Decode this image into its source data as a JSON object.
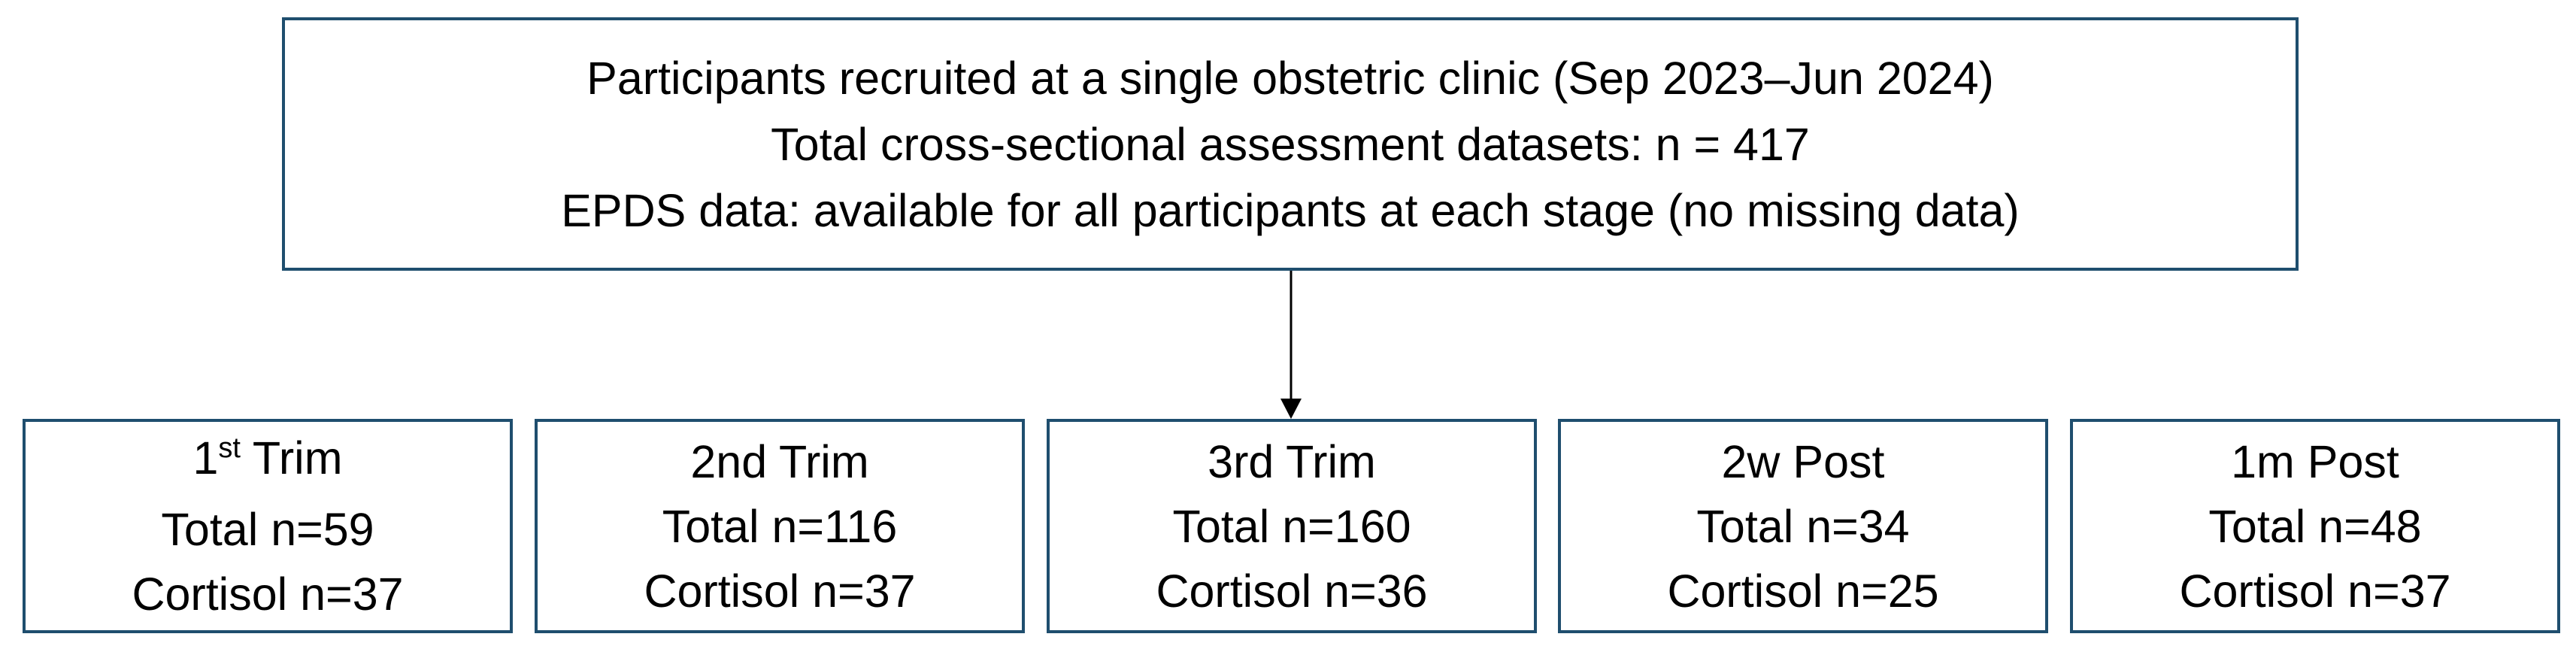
{
  "header_box": {
    "line1": "Participants recruited at a single obstetric clinic (Sep 2023–Jun 2024)",
    "line2": "Total cross-sectional assessment datasets: n = 417",
    "line3": "EPDS data: available for all participants at each stage (no missing data)"
  },
  "stages": [
    {
      "title_main": "1",
      "title_sup": "st",
      "title_rest": " Trim",
      "total": "Total n=59",
      "cortisol": "Cortisol n=37"
    },
    {
      "title": "2nd Trim",
      "total": "Total n=116",
      "cortisol": "Cortisol n=37"
    },
    {
      "title": "3rd Trim",
      "total": "Total n=160",
      "cortisol": "Cortisol n=36"
    },
    {
      "title": "2w Post",
      "total": "Total n=34",
      "cortisol": "Cortisol n=25"
    },
    {
      "title": "1m Post",
      "total": "Total n=48",
      "cortisol": "Cortisol n=37"
    }
  ],
  "colors": {
    "box_border": "#1f4e6e",
    "arrow": "#000000",
    "text": "#000000"
  }
}
